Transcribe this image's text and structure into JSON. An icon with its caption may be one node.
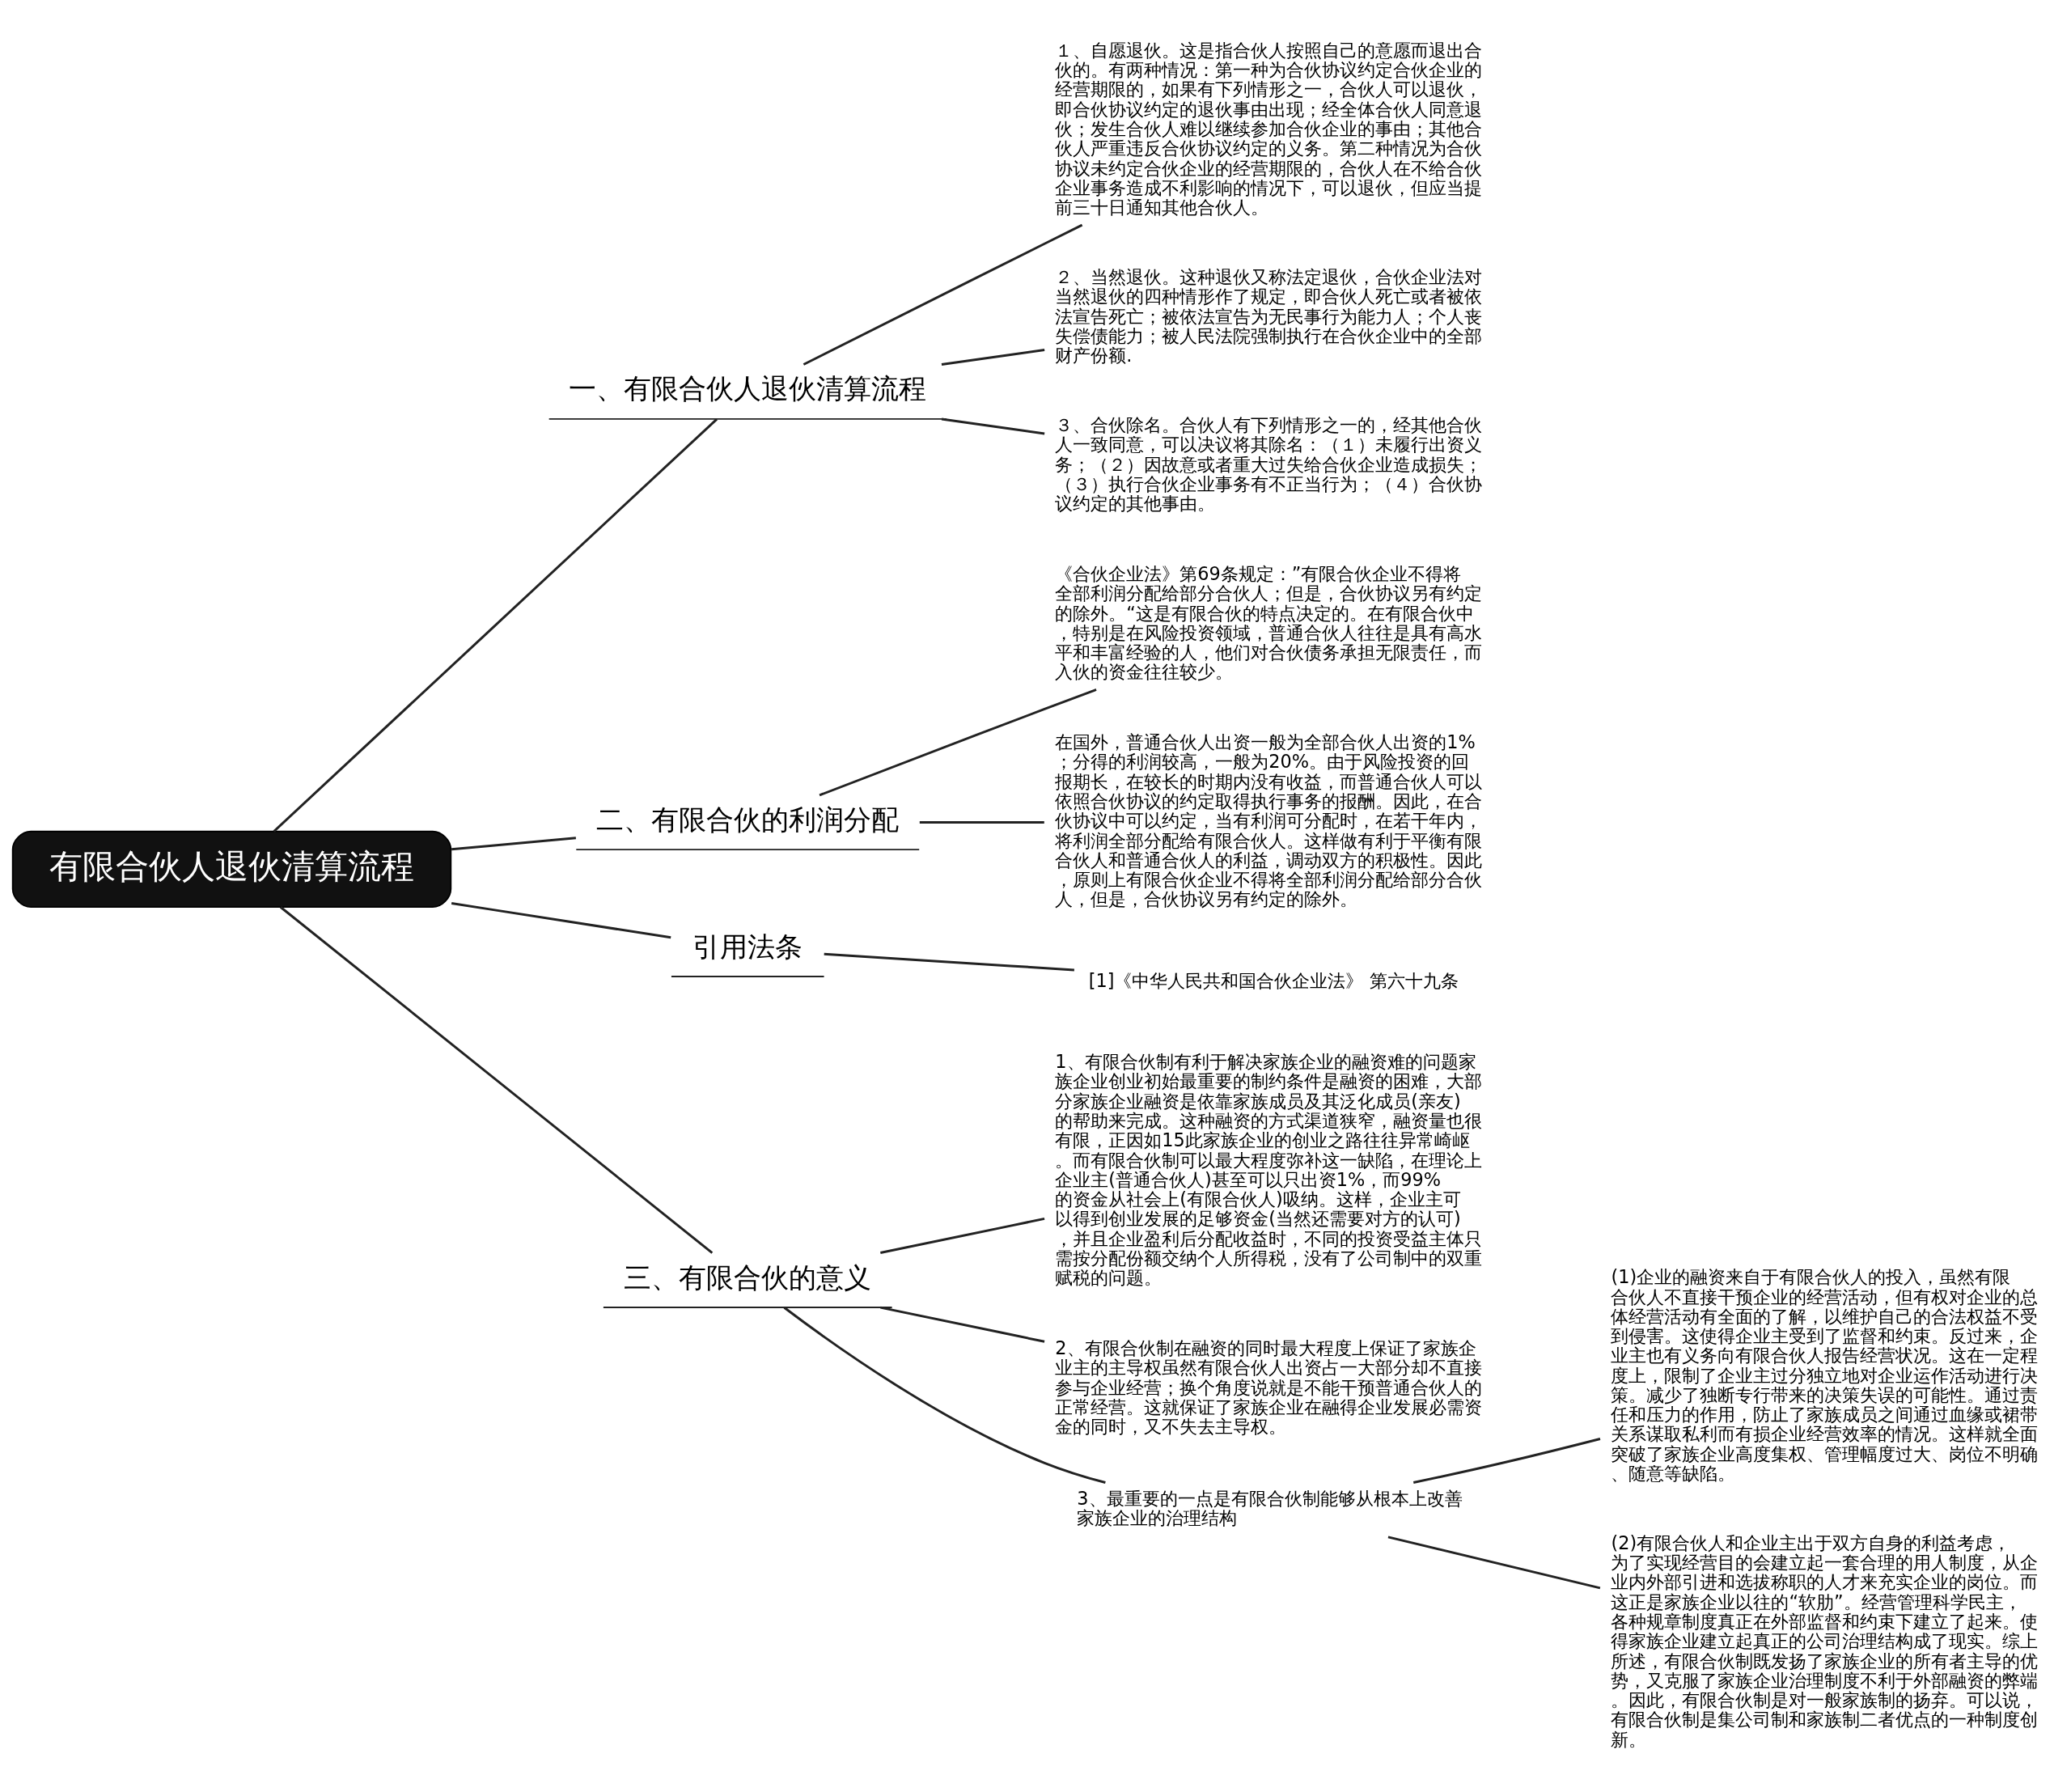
{
  "diagram": {
    "nodes": [
      {
        "text": [
          "有限合伙人退伙清算流程"
        ]
      },
      {
        "text": [
          "一、有限合伙人退伙清算流程"
        ]
      },
      {
        "text": [
          "１、自愿退伙。这是指合伙人按照自己的意愿而退出合伙的。有两种情况：第一种为合伙协议约定合伙企业的经营期限的，如果有下列情形之一，合伙人可以退伙，即合伙协议约定的退伙事由出现；经全体合伙人同意退伙；发生合伙人难以继续参加合伙企业的事由；其他合伙人严重违反合伙协议约定的义务。第二种情况为合伙协议未约定合伙企业的经营期限的，合伙人在不给合伙企业事务造成不利影响的情况下，可以退伙，但应当提前三十日通知其他合伙人。"
        ]
      },
      {
        "text": [
          "２、当然退伙。这种退伙又称法定退伙，合伙企业法对当然退伙的四种情形作了规定，即合伙人死亡或者被依法宣告死亡；被依法宣告为无民事行为能力人；个人丧失偿债能力；被人民法院强制执行在合伙企业中的全部财产份额."
        ]
      },
      {
        "text": [
          "３、合伙除名。合伙人有下列情形之一的，经其他合伙人一致同意，可以决议将其除名：（１）未履行出资义务；（２）因故意或者重大过失给合伙企业造成损失；（３）执行合伙企业事务有不正当行为；（４）合伙协议约定的其他事由。"
        ]
      },
      {
        "text": [
          "二、有限合伙的利润分配"
        ]
      },
      {
        "text": [
          "《合伙企业法》第69条规定：”有限合伙企业不得将全部利润分配给部分合伙人；但是，合伙协议另有约定的除外。“这是有限合伙的特点决定的。在有限合伙中，特别是在风险投资领域，普通合伙人往往是具有高水平和丰富经验的人，他们对合伙债务承担无限责任，而入伙的资金往往较少。"
        ]
      },
      {
        "text": [
          "在国外，普通合伙人出资一般为全部合伙人出资的1%；分得的利润较高，一般为20%。由于风险投资的回报期长，在较长的时期内没有收益，而普通合伙人可以依照合伙协议的约定取得执行事务的报酬。因此，在合伙协议中可以约定，当有利润可分配时，在若干年内，将利润全部分配给有限合伙人。这样做有利于平衡有限合伙人和普通合伙人的利益，调动双方的积极性。因此，原则上有限合伙企业不得将全部利润分配给部分合伙人，但是，合伙协议另有约定的除外。"
        ]
      },
      {
        "text": [
          "引用法条"
        ]
      },
      {
        "text": [
          "[1]《中华人民共和国合伙企业法》 第六十九条"
        ]
      },
      {
        "text": [
          "三、有限合伙的意义"
        ]
      },
      {
        "text": [
          "1、有限合伙制有利于解决家族企业的融资难的问题家族企业创业初始最重要的制约条件是融资的困难，大部分家族企业融资是依靠家族成员及其泛化成员(亲友)的帮助来完成。这种融资的方式渠道狭窄，融资量也很有限，正因如15此家族企业的创业之路往往异常崎岖。而有限合伙制可以最大程度弥补这一缺陷，在理论上企业主(普通合伙人)甚至可以只出资1%，而99%的资金从社会上(有限合伙人)吸纳。这样，企业主可以得到创业发展的足够资金(当然还需要对方的认可)，并且企业盈利后分配收益时，不同的投资受益主体只需按分配份额交纳个人所得税，没有了公司制中的双重赋税的问题。"
        ]
      },
      {
        "text": [
          "2、有限合伙制在融资的同时最大程度上保证了家族企业主的主导权虽然有限合伙人出资占一大部分却不直接参与企业经营；换个角度说就是不能干预普通合伙人的正常经营。这就保证了家族企业在融得企业发展必需资金的同时，又不失去主导权。"
        ]
      },
      {
        "text": [
          "3、最重要的一点是有限合伙制能够从根本上改善家族企业的治理结构"
        ]
      },
      {
        "text": [
          "(1)企业的融资来自于有限合伙人的投入，虽然有限合伙人不直接干预企业的经营活动，但有权对企业的总体经营活动有全面的了解，以维护自己的合法权益不受到侵害。这使得企业主受到了监督和约束。反过来，企业主也有义务向有限合伙人报告经营状况。这在一定程度上，限制了企业主过分独立地对企业运作活动进行决策。减少了独断专行带来的决策失误的可能性。通过责任和压力的作用，防止了家族成员之间通过血缘或裙带关系谋取私利而有损企业经营效率的情况。这样就全面突破了家族企业高度集权、管理幅度过大、岗位不明确、随意等缺陷。"
        ]
      },
      {
        "text": [
          "(2)有限合伙人和企业主出于双方自身的利益考虑，为了实现经营目的会建立起一套合理的用人制度，从企业内外部引进和选拔称职的人才来充实企业的岗位。而这正是家族企业以往的“软肋”。经营管理科学民主，各种规章制度真正在外部监督和约束下建立了起来。使得家族企业建立起真正的公司治理结构成了现实。综上所述，有限合伙制既发扬了家族企业的所有者主导的优势，又克服了家族企业治理制度不利于外部融资的弊端。因此，有限合伙制是对一般家族制的扬弃。可以说，有限合伙制是集公司制和家族制二者优点的一种制度创新。"
        ]
      }
    ],
    "edges": [
      {
        "from": 0,
        "to": 1,
        "arrow": "none"
      },
      {
        "from": 1,
        "to": 2,
        "arrow": "none"
      },
      {
        "from": 1,
        "to": 3,
        "arrow": "none"
      },
      {
        "from": 1,
        "to": 4,
        "arrow": "none"
      },
      {
        "from": 0,
        "to": 5,
        "arrow": "none"
      },
      {
        "from": 5,
        "to": 6,
        "arrow": "none"
      },
      {
        "from": 5,
        "to": 7,
        "arrow": "none"
      },
      {
        "from": 0,
        "to": 8,
        "arrow": "none"
      },
      {
        "from": 8,
        "to": 9,
        "arrow": "none"
      },
      {
        "from": 0,
        "to": 10,
        "arrow": "none"
      },
      {
        "from": 10,
        "to": 11,
        "arrow": "none"
      },
      {
        "from": 10,
        "to": 12,
        "arrow": "none"
      },
      {
        "from": 10,
        "to": 13,
        "arrow": "none"
      },
      {
        "from": 13,
        "to": 14,
        "arrow": "none"
      },
      {
        "from": 13,
        "to": 15,
        "arrow": "none"
      }
    ]
  }
}
